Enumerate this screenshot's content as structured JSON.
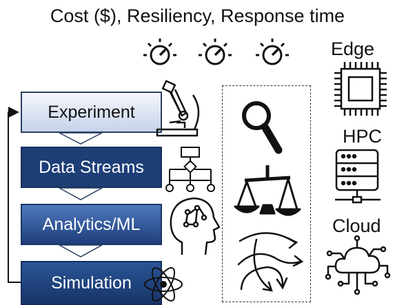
{
  "title": "Cost ($), Resiliency, Response time",
  "workflow": {
    "experiment": "Experiment",
    "data_streams": "Data Streams",
    "analytics_ml": "Analytics/ML",
    "simulation": "Simulation"
  },
  "platforms": {
    "edge": "Edge",
    "hpc": "HPC",
    "cloud": "Cloud"
  },
  "icons": {
    "gauges": [
      "gauge-icon",
      "gauge-icon",
      "gauge-icon"
    ],
    "workflow": [
      "microscope-icon",
      "hierarchy-icon",
      "ai-brain-icon",
      "atom-icon"
    ],
    "middle": [
      "magnifier-icon",
      "balance-scale-icon",
      "shuffle-arrows-icon"
    ],
    "platforms": [
      "chip-icon",
      "server-rack-icon",
      "cloud-network-icon"
    ]
  },
  "colors": {
    "dark_blue": "#1d3e76",
    "medium_blue": "#4f79be",
    "light_box": "#dde4f3",
    "text": "#111111"
  }
}
